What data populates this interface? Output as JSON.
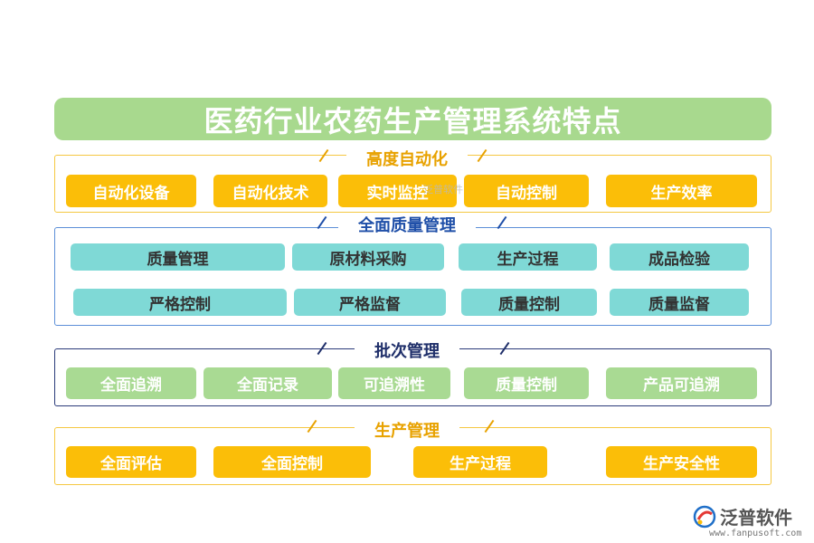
{
  "title": "医药行业农药生产管理系统特点",
  "sections": [
    {
      "label": "高度自动化",
      "items": [
        "自动化设备",
        "自动化技术",
        "实时监控",
        "自动控制",
        "生产效率"
      ]
    },
    {
      "label": "全面质量管理",
      "rows": [
        [
          "质量管理",
          "原材料采购",
          "生产过程",
          "成品检验"
        ],
        [
          "严格控制",
          "严格监督",
          "质量控制",
          "质量监督"
        ]
      ]
    },
    {
      "label": "批次管理",
      "items": [
        "全面追溯",
        "全面记录",
        "可追溯性",
        "质量控制",
        "产品可追溯"
      ]
    },
    {
      "label": "生产管理",
      "items": [
        "全面评估",
        "全面控制",
        "生产过程",
        "生产安全性"
      ]
    }
  ],
  "watermark": "泛普软件",
  "logo": {
    "name": "泛普软件",
    "url": "www.fanpusoft.com"
  },
  "colors": {
    "title_bg": "#a8d98e",
    "orange": "#fbbe08",
    "teal": "#7fd9d6",
    "green": "#a9da93",
    "label_orange": "#e8a200",
    "label_blue": "#1f4fa8"
  }
}
